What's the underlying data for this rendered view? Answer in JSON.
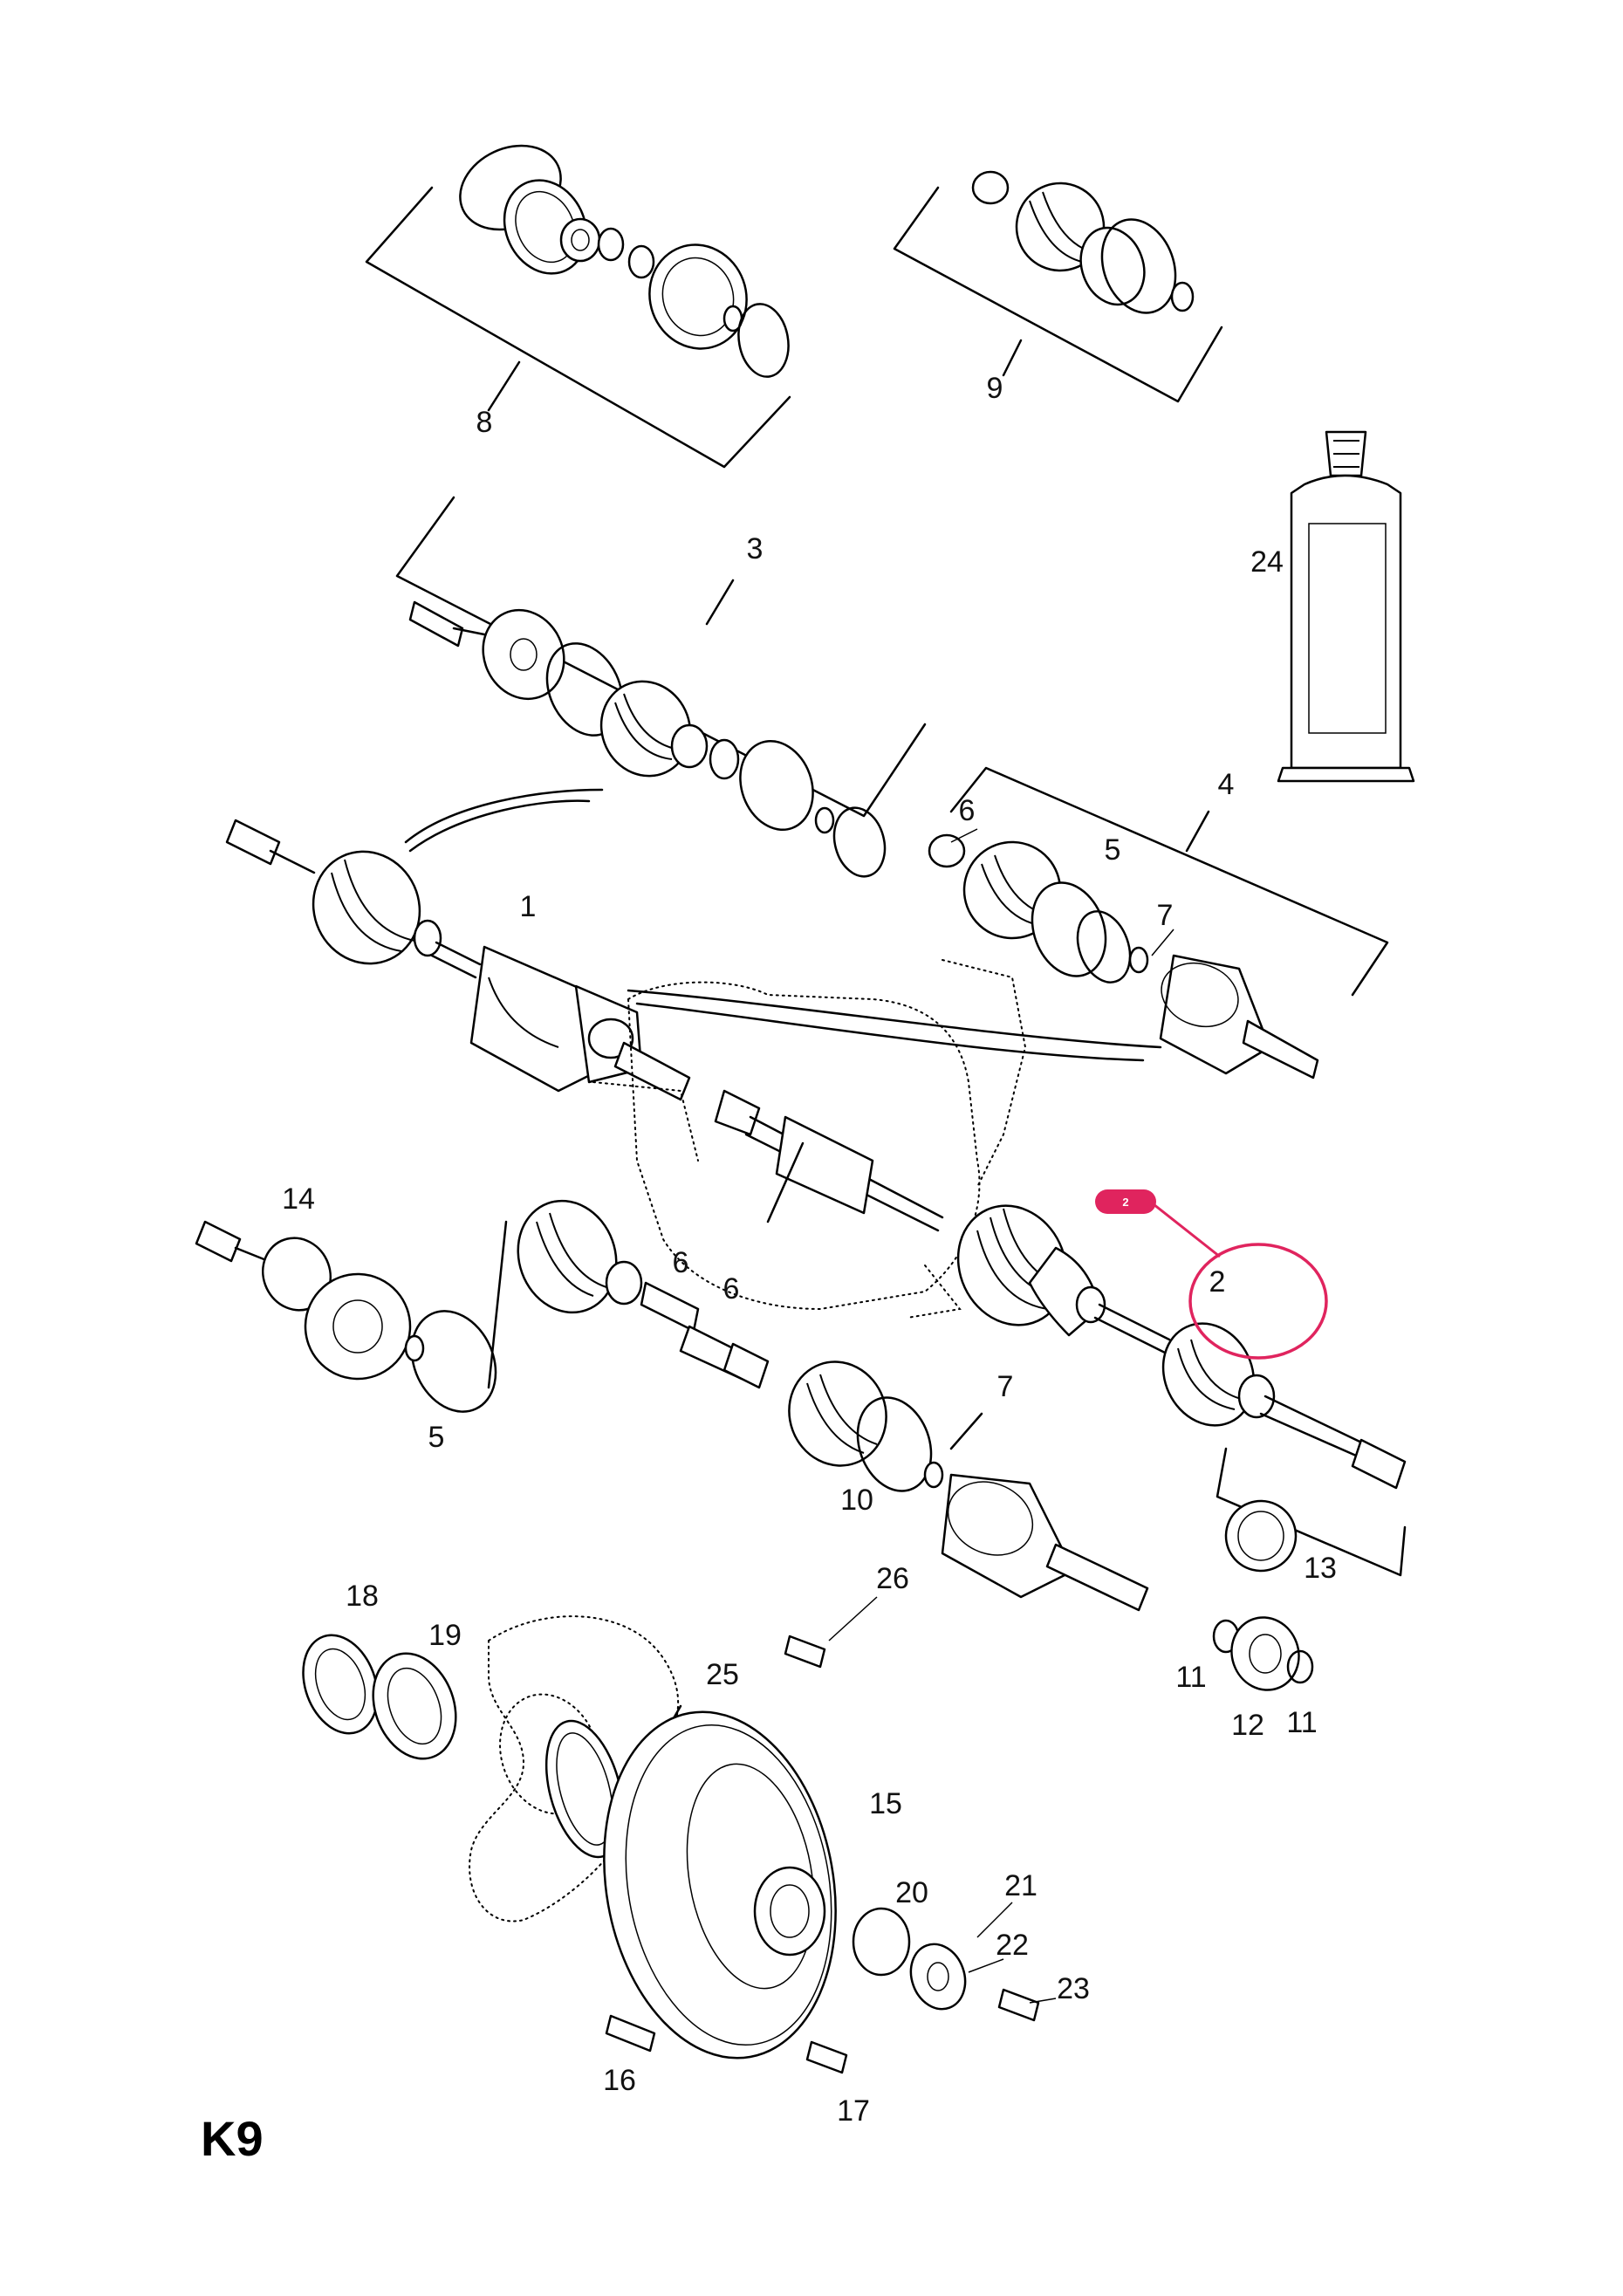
{
  "sheet": {
    "code": "K9"
  },
  "callouts": [
    {
      "id": "1",
      "text": "1"
    },
    {
      "id": "2",
      "text": "2"
    },
    {
      "id": "3",
      "text": "3"
    },
    {
      "id": "4",
      "text": "4"
    },
    {
      "id": "5a",
      "text": "5"
    },
    {
      "id": "5b",
      "text": "5"
    },
    {
      "id": "6a",
      "text": "6"
    },
    {
      "id": "6b",
      "text": "6"
    },
    {
      "id": "6c",
      "text": "6"
    },
    {
      "id": "7a",
      "text": "7"
    },
    {
      "id": "7b",
      "text": "7"
    },
    {
      "id": "8",
      "text": "8"
    },
    {
      "id": "9",
      "text": "9"
    },
    {
      "id": "10",
      "text": "10"
    },
    {
      "id": "11a",
      "text": "11"
    },
    {
      "id": "11b",
      "text": "11"
    },
    {
      "id": "12",
      "text": "12"
    },
    {
      "id": "13",
      "text": "13"
    },
    {
      "id": "14",
      "text": "14"
    },
    {
      "id": "15",
      "text": "15"
    },
    {
      "id": "16",
      "text": "16"
    },
    {
      "id": "17",
      "text": "17"
    },
    {
      "id": "18",
      "text": "18"
    },
    {
      "id": "19",
      "text": "19"
    },
    {
      "id": "20",
      "text": "20"
    },
    {
      "id": "21",
      "text": "21"
    },
    {
      "id": "22",
      "text": "22"
    },
    {
      "id": "23",
      "text": "23"
    },
    {
      "id": "24",
      "text": "24"
    },
    {
      "id": "25",
      "text": "25"
    },
    {
      "id": "26",
      "text": "26"
    }
  ],
  "highlight": {
    "badge_text": "2",
    "color": "#e0245e"
  }
}
